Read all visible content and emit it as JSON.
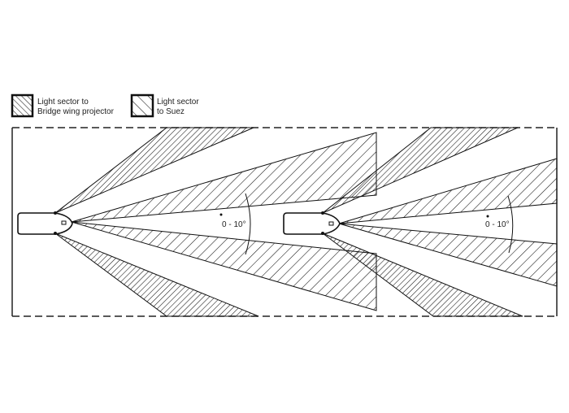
{
  "legend": [
    {
      "line1": "Light sector to",
      "line2": "Bridge wing projector",
      "pattern": "dense-hatch"
    },
    {
      "line1": "Light sector",
      "line2": "to Suez",
      "pattern": "sparse-hatch"
    }
  ],
  "ships": [
    {
      "angle_label": "0 - 10°"
    },
    {
      "angle_label": "0 - 10°"
    }
  ],
  "colors": {
    "ink": "#111111",
    "background": "#ffffff"
  }
}
